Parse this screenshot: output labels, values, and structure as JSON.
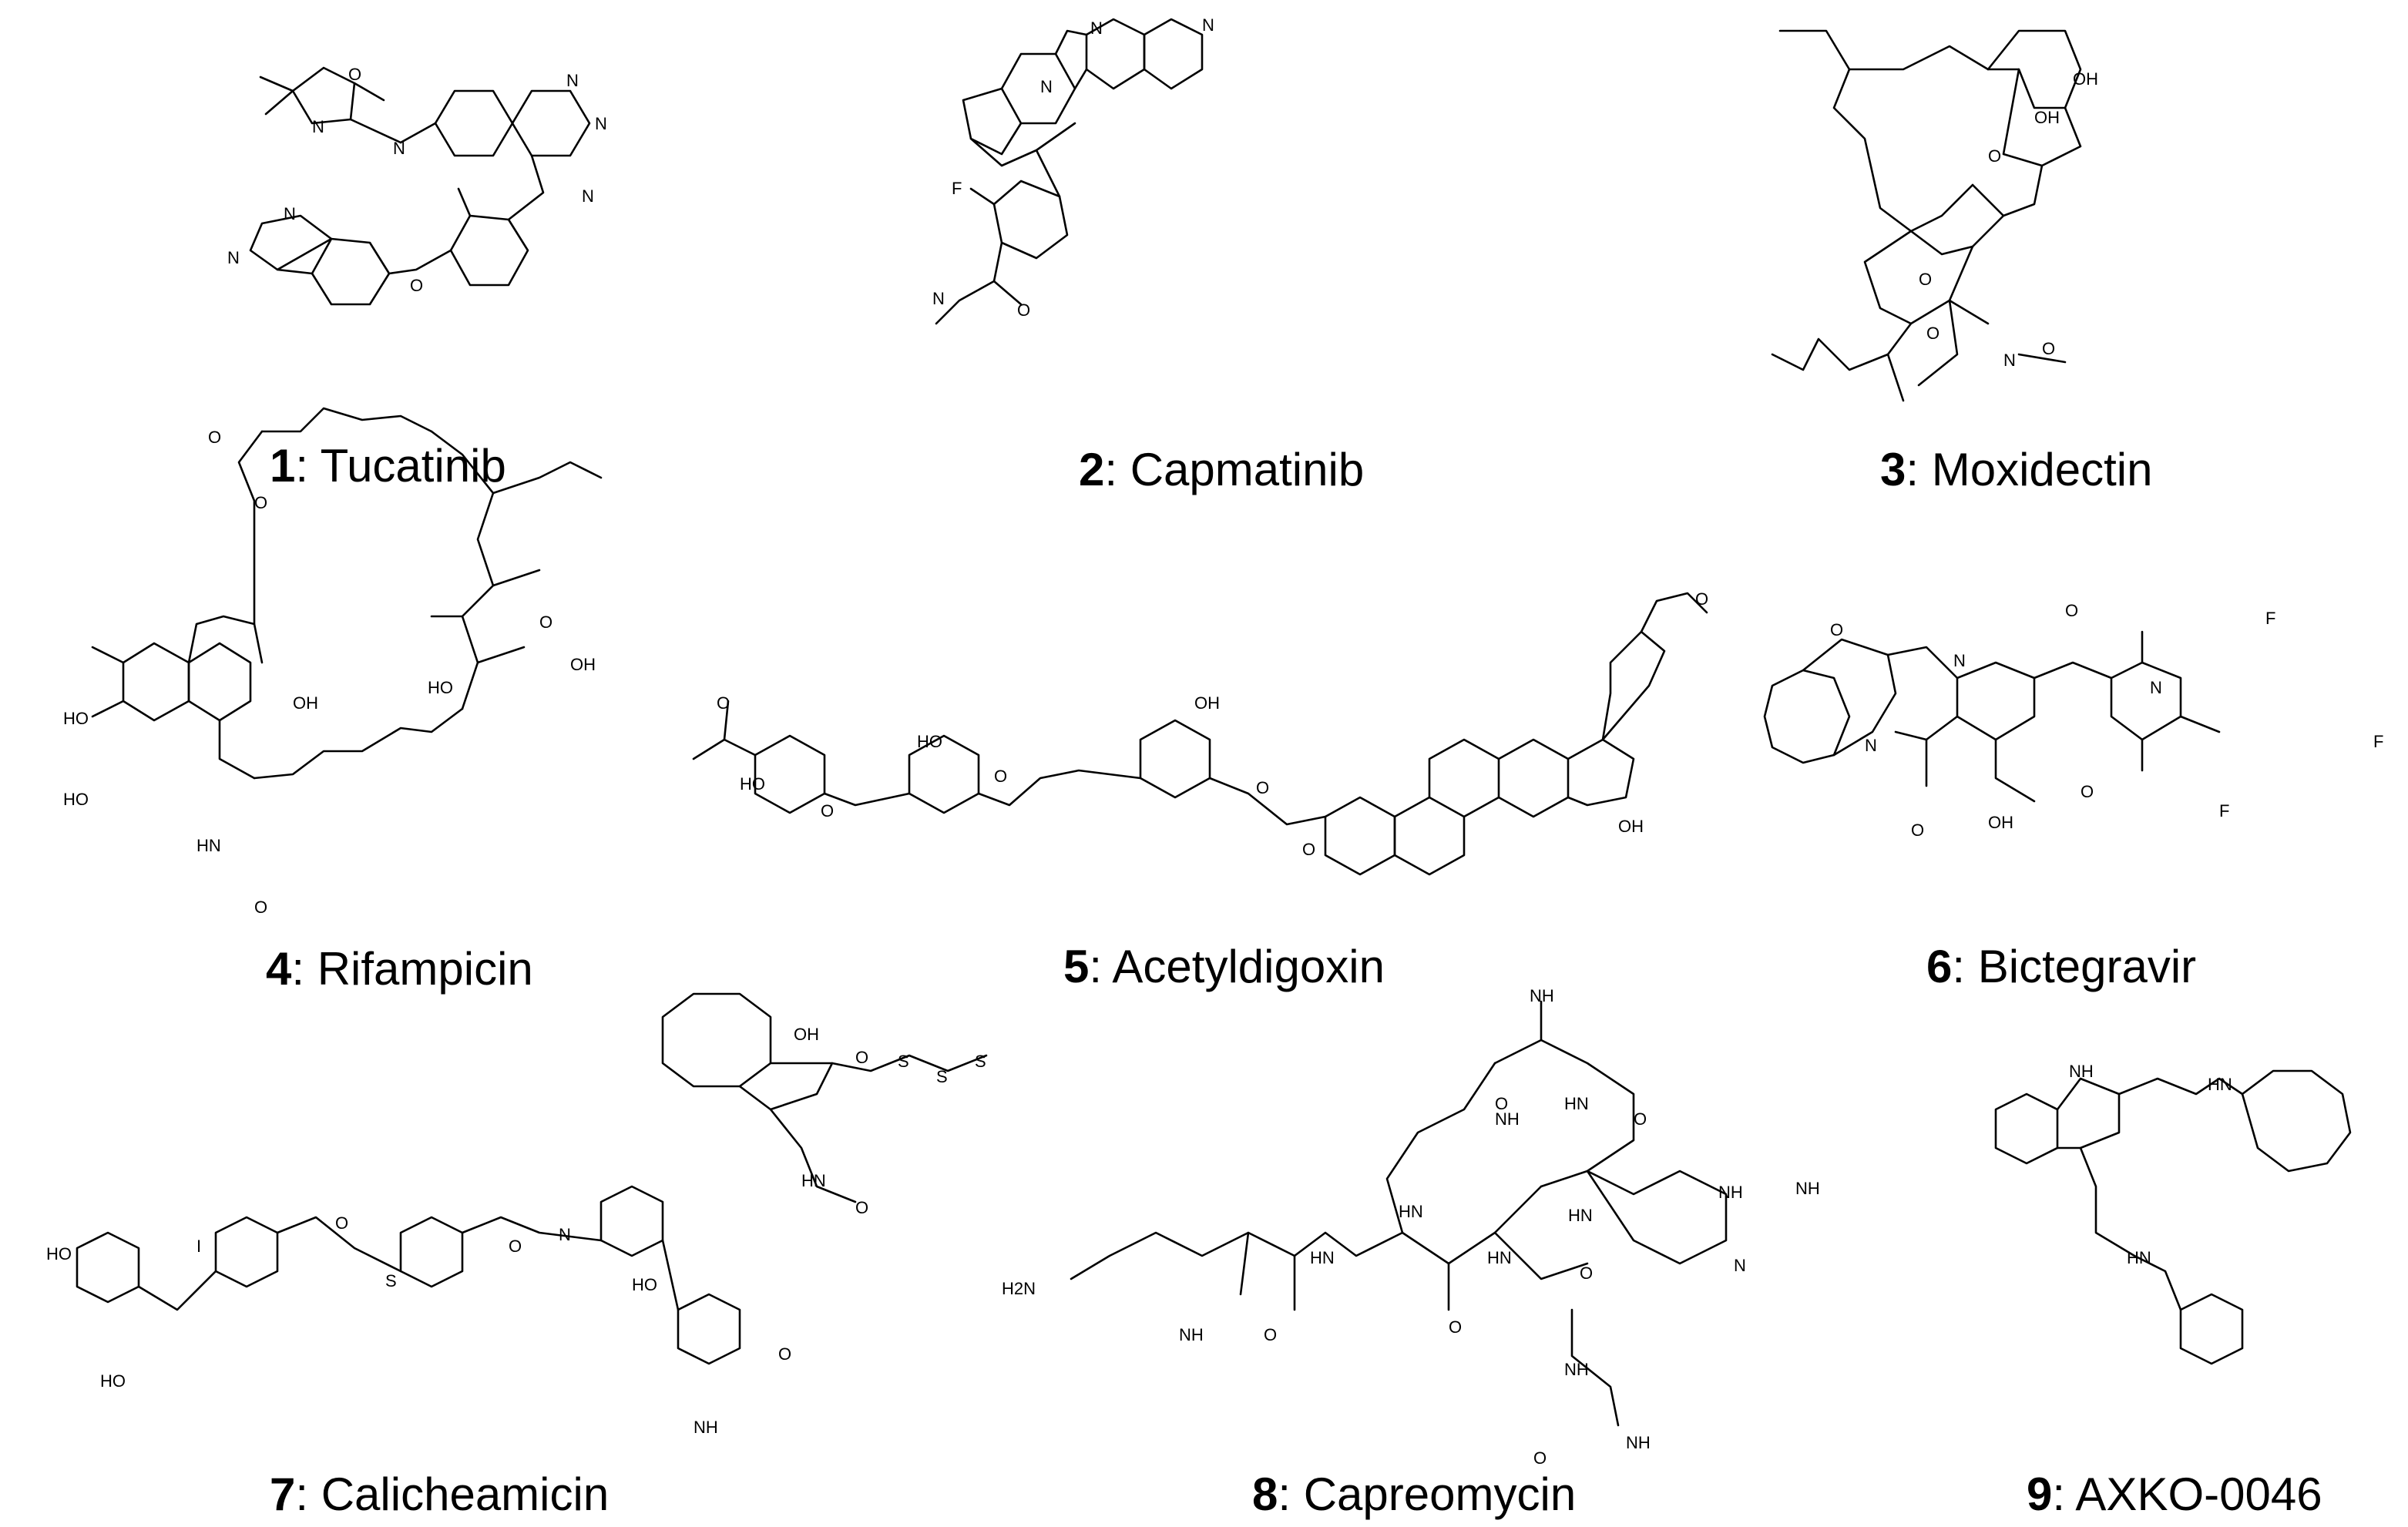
{
  "figure": {
    "compounds": [
      {
        "number": "1",
        "name": "Tucatinib"
      },
      {
        "number": "2",
        "name": "Capmatinib"
      },
      {
        "number": "3",
        "name": "Moxidectin"
      },
      {
        "number": "4",
        "name": "Rifampicin"
      },
      {
        "number": "5",
        "name": "Acetyldigoxin"
      },
      {
        "number": "6",
        "name": "Bictegravir"
      },
      {
        "number": "7",
        "name": "Calicheamicin"
      },
      {
        "number": "8",
        "name": "Capreomycin"
      },
      {
        "number": "9",
        "name": "AXKO-0046"
      }
    ],
    "separator": ": "
  }
}
